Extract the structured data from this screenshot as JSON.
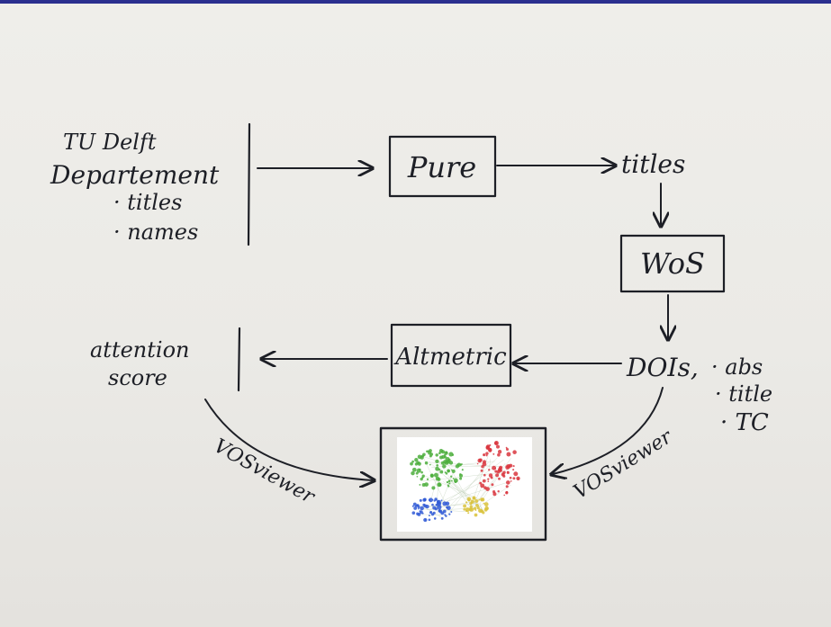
{
  "source": {
    "line1": "TU Delft",
    "line2": "Departement",
    "bullet1": "· titles",
    "bullet2": "· names"
  },
  "nodes": {
    "pure": "Pure",
    "titles": "titles",
    "wos": "WoS",
    "dois": "DOIs,",
    "doi_fields": [
      "· abs",
      "· title",
      "· TC"
    ],
    "altmetric": "Altmetric",
    "attention_line1": "attention",
    "attention_line2": "score"
  },
  "edges": {
    "vosviewer_left": "VOSviewer",
    "vosviewer_right": "VOSviewer"
  },
  "colors": {
    "ink": "#1d1f26",
    "topbar": "#2b2f8f",
    "cluster_green": "#4cae3c",
    "cluster_blue": "#2f59d6",
    "cluster_red": "#d9363e",
    "cluster_yellow": "#d9c23a"
  },
  "icons": {
    "network_map": "vosviewer-network-map-icon"
  }
}
